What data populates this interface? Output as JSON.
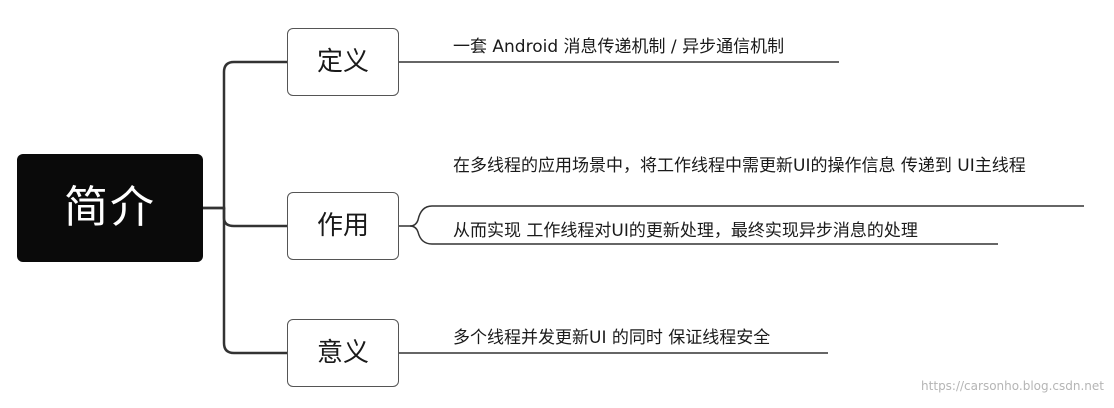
{
  "root": {
    "label": "简介"
  },
  "branches": [
    {
      "label": "定义",
      "items": [
        "一套 Android 消息传递机制 / 异步通信机制"
      ]
    },
    {
      "label": "作用",
      "items": [
        "在多线程的应用场景中，将工作线程中需更新UI的操作信息 传递到 UI主线程",
        "从而实现 工作线程对UI的更新处理，最终实现异步消息的处理"
      ]
    },
    {
      "label": "意义",
      "items": [
        "多个线程并发更新UI 的同时 保证线程安全"
      ]
    }
  ],
  "watermark": "https://carsonho.blog.csdn.net",
  "colors": {
    "root_fill": "#0a0a0a",
    "root_text": "#ffffff",
    "connector": "#333333",
    "node_border": "#555555",
    "watermark": "#b5b5b5"
  }
}
